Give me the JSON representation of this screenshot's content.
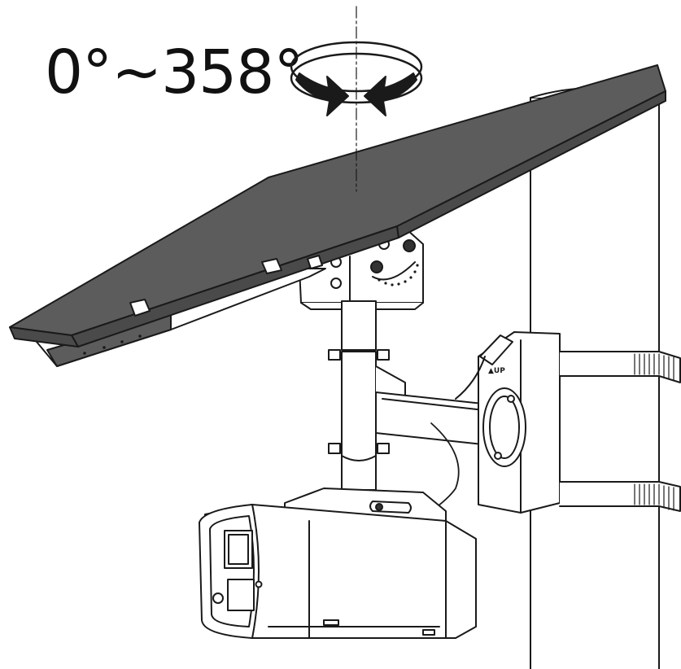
{
  "diagram": {
    "rotation_label": "0°~358°",
    "bracket_marking": "▲UP",
    "colors": {
      "line": "#1a1a1a",
      "panel_face": "#5c5c5c",
      "panel_edge": "#4a4a4a",
      "background": "#ffffff"
    },
    "icons": [
      "rotation-arrow-icon",
      "rotation-axis-dashed-line"
    ]
  }
}
